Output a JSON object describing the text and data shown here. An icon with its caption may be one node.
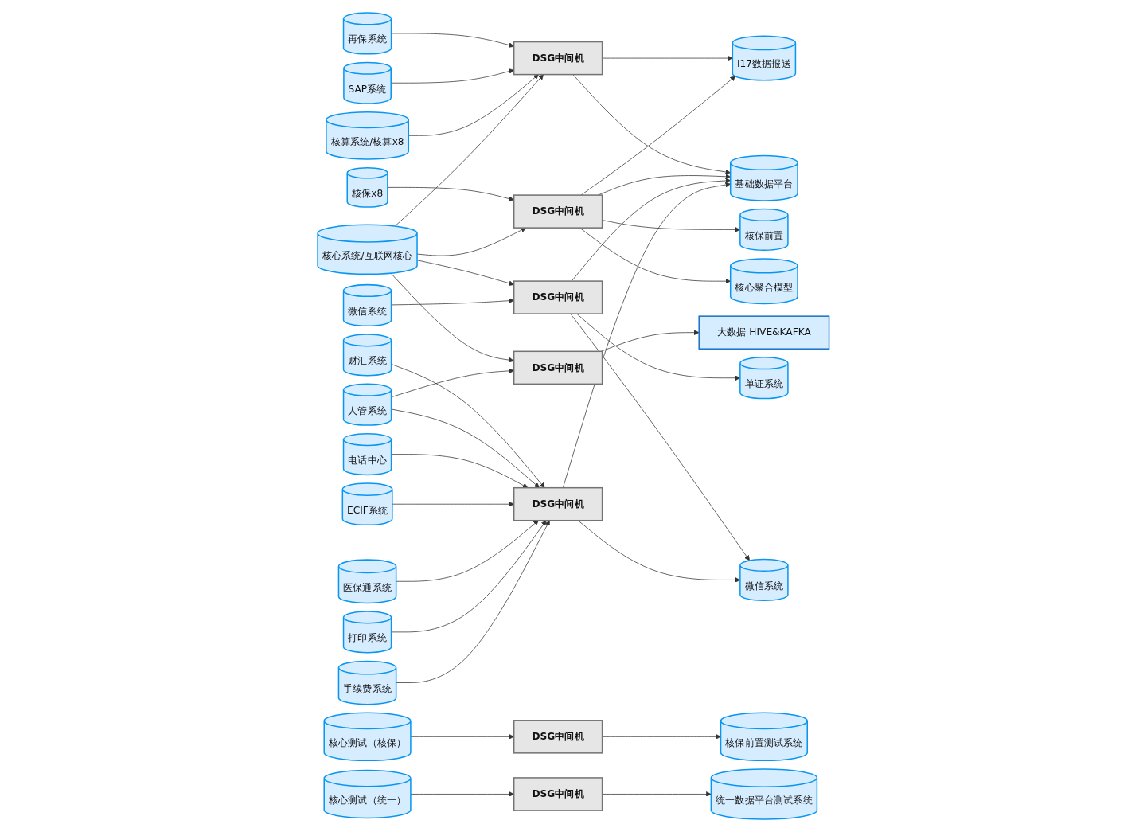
{
  "diagram": {
    "nodes": [
      {
        "text": [
          "再保系统"
        ]
      },
      {
        "text": [
          "SAP系统"
        ]
      },
      {
        "text": [
          "核算系统/核算x8"
        ]
      },
      {
        "text": [
          "核保x8"
        ]
      },
      {
        "text": [
          "核心系统/互联网核心"
        ]
      },
      {
        "text": [
          "微信系统"
        ]
      },
      {
        "text": [
          "财汇系统"
        ]
      },
      {
        "text": [
          "人管系统"
        ]
      },
      {
        "text": [
          "电话中心"
        ]
      },
      {
        "text": [
          "ECIF系统"
        ]
      },
      {
        "text": [
          "医保通系统"
        ]
      },
      {
        "text": [
          "打印系统"
        ]
      },
      {
        "text": [
          "手续费系统"
        ]
      },
      {
        "text": [
          "核心测试（核保）"
        ]
      },
      {
        "text": [
          "核心测试（统一）"
        ]
      },
      {
        "text": [
          "DSG中间机"
        ]
      },
      {
        "text": [
          "DSG中间机"
        ]
      },
      {
        "text": [
          "DSG中间机"
        ]
      },
      {
        "text": [
          "DSG中间机"
        ]
      },
      {
        "text": [
          "DSG中间机"
        ]
      },
      {
        "text": [
          "DSG中间机"
        ]
      },
      {
        "text": [
          "DSG中间机"
        ]
      },
      {
        "text": [
          "I17数据报送"
        ]
      },
      {
        "text": [
          "核保前置"
        ]
      },
      {
        "text": [
          "核心聚合模型"
        ]
      },
      {
        "text": [
          "大数据 HIVE&KAFKA"
        ]
      },
      {
        "text": [
          "单证系统"
        ]
      },
      {
        "text": [
          "微信系统"
        ]
      },
      {
        "text": [
          "基础数据平台"
        ]
      },
      {
        "text": [
          "核保前置测试系统"
        ]
      },
      {
        "text": [
          "统一数据平台测试系统"
        ]
      }
    ],
    "edges": [
      {
        "from": 0,
        "to": 15,
        "arrow": "to"
      },
      {
        "from": 1,
        "to": 15,
        "arrow": "to"
      },
      {
        "from": 2,
        "to": 15,
        "arrow": "to"
      },
      {
        "from": 3,
        "to": 16,
        "arrow": "to"
      },
      {
        "from": 4,
        "to": 15,
        "arrow": "to"
      },
      {
        "from": 4,
        "to": 16,
        "arrow": "to"
      },
      {
        "from": 4,
        "to": 17,
        "arrow": "to"
      },
      {
        "from": 4,
        "to": 18,
        "arrow": "to"
      },
      {
        "from": 5,
        "to": 18,
        "arrow": "to"
      },
      {
        "from": 6,
        "to": 19,
        "arrow": "to"
      },
      {
        "from": 7,
        "to": 17,
        "arrow": "to"
      },
      {
        "from": 7,
        "to": 19,
        "arrow": "to"
      },
      {
        "from": 8,
        "to": 19,
        "arrow": "to"
      },
      {
        "from": 9,
        "to": 19,
        "arrow": "to"
      },
      {
        "from": 10,
        "to": 19,
        "arrow": "to"
      },
      {
        "from": 11,
        "to": 19,
        "arrow": "to"
      },
      {
        "from": 12,
        "to": 19,
        "arrow": "to"
      },
      {
        "from": 13,
        "to": 20,
        "arrow": "to"
      },
      {
        "from": 14,
        "to": 21,
        "arrow": "to"
      },
      {
        "from": 15,
        "to": 22,
        "arrow": "to"
      },
      {
        "from": 15,
        "to": 28,
        "arrow": "to"
      },
      {
        "from": 16,
        "to": 22,
        "arrow": "to"
      },
      {
        "from": 16,
        "to": 23,
        "arrow": "to"
      },
      {
        "from": 16,
        "to": 24,
        "arrow": "to"
      },
      {
        "from": 16,
        "to": 28,
        "arrow": "to"
      },
      {
        "from": 17,
        "to": 25,
        "arrow": "to"
      },
      {
        "from": 18,
        "to": 26,
        "arrow": "to"
      },
      {
        "from": 18,
        "to": 27,
        "arrow": "to"
      },
      {
        "from": 18,
        "to": 28,
        "arrow": "to"
      },
      {
        "from": 19,
        "to": 27,
        "arrow": "to"
      },
      {
        "from": 19,
        "to": 28,
        "arrow": "to"
      },
      {
        "from": 20,
        "to": 29,
        "arrow": "to"
      },
      {
        "from": 21,
        "to": 30,
        "arrow": "to"
      }
    ]
  }
}
